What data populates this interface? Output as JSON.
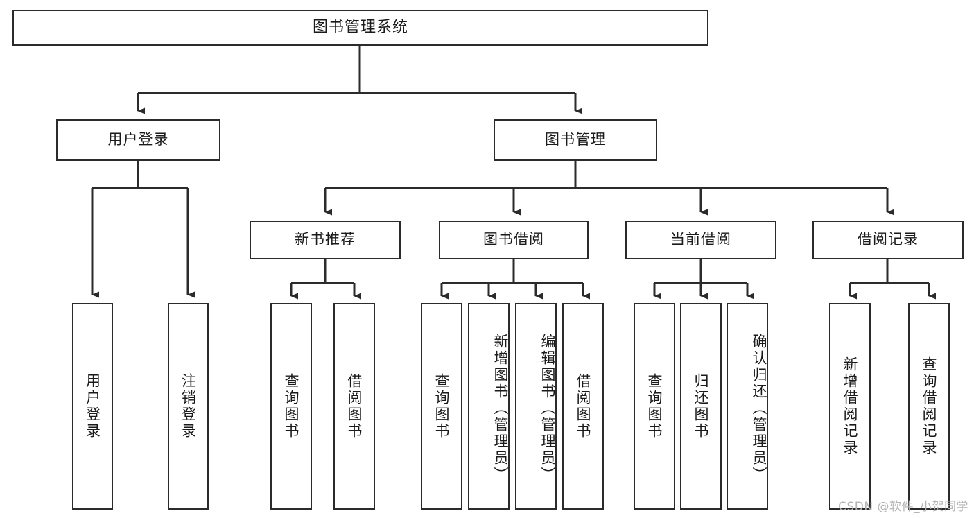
{
  "diagram": {
    "title": "图书管理系统",
    "type": "tree",
    "watermark": "CSDN @软件_小贺同学",
    "colors": {
      "stroke": "#2b2b2b",
      "fill": "#ffffff",
      "text": "#1a1a1a",
      "watermark": "#b4b4b4"
    },
    "levels": {
      "root": {
        "label": "图书管理系统"
      },
      "level1": [
        {
          "id": "user-login",
          "label": "用户登录"
        },
        {
          "id": "book-manage",
          "label": "图书管理"
        }
      ],
      "level2": [
        {
          "id": "new-book-recommend",
          "label": "新书推荐",
          "parent": "book-manage"
        },
        {
          "id": "book-borrow",
          "label": "图书借阅",
          "parent": "book-manage"
        },
        {
          "id": "current-borrow",
          "label": "当前借阅",
          "parent": "book-manage"
        },
        {
          "id": "borrow-record",
          "label": "借阅记录",
          "parent": "book-manage"
        }
      ],
      "leaves": [
        {
          "id": "leaf-user-login",
          "label": "用户登录",
          "parent": "user-login"
        },
        {
          "id": "leaf-user-logout",
          "label": "注销登录",
          "parent": "user-login"
        },
        {
          "id": "leaf-rec-query-book",
          "label": "查询图书",
          "parent": "new-book-recommend"
        },
        {
          "id": "leaf-rec-borrow-book",
          "label": "借阅图书",
          "parent": "new-book-recommend"
        },
        {
          "id": "leaf-borrow-query-book",
          "label": "查询图书",
          "parent": "book-borrow"
        },
        {
          "id": "leaf-borrow-add-book",
          "label": "新增图书（管理员）",
          "parent": "book-borrow"
        },
        {
          "id": "leaf-borrow-edit-book",
          "label": "编辑图书（管理员）",
          "parent": "book-borrow"
        },
        {
          "id": "leaf-borrow-borrow-book",
          "label": "借阅图书",
          "parent": "book-borrow"
        },
        {
          "id": "leaf-current-query-book",
          "label": "查询图书",
          "parent": "current-borrow"
        },
        {
          "id": "leaf-current-return-book",
          "label": "归还图书",
          "parent": "current-borrow"
        },
        {
          "id": "leaf-current-confirm-return",
          "label": "确认归还（管理员）",
          "parent": "current-borrow"
        },
        {
          "id": "leaf-record-add",
          "label": "新增借阅记录",
          "parent": "borrow-record"
        },
        {
          "id": "leaf-record-query",
          "label": "查询借阅记录",
          "parent": "borrow-record"
        }
      ]
    }
  }
}
